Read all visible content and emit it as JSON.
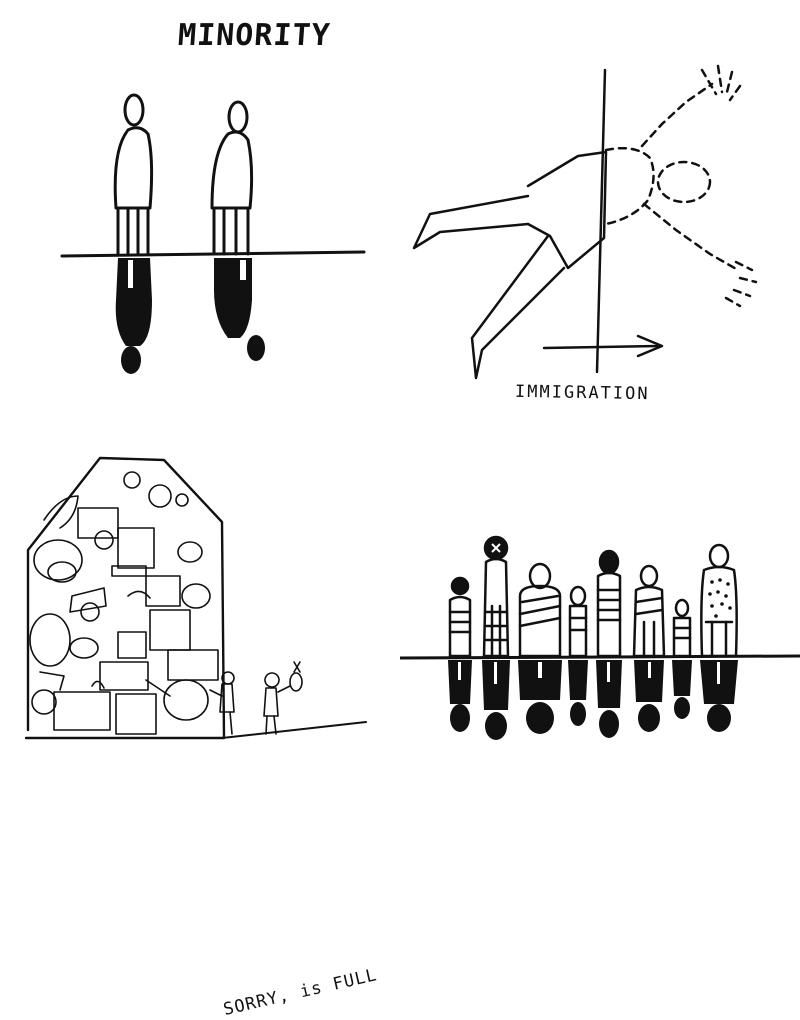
{
  "panels": {
    "minority": {
      "title": "MINORITY"
    },
    "immigration": {
      "caption": "IMMIGRATION"
    },
    "full_house": {
      "caption": "SORRY, is FULL"
    },
    "crowd": {}
  },
  "colors": {
    "ink": "#111111",
    "paper": "#ffffff"
  }
}
